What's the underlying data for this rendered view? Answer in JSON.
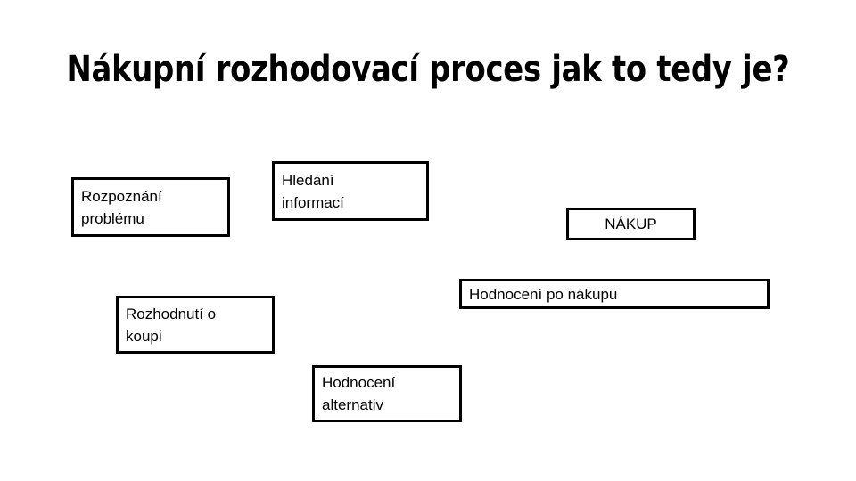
{
  "slide": {
    "title": "Nákupní rozhodovací proces jak to tedy je?",
    "background_color": "#ffffff",
    "text_color": "#000000",
    "border_color": "#000000"
  },
  "diagram": {
    "nodes": [
      {
        "id": "rozpoznani",
        "label": "Rozpoznání\nproblému",
        "align": "left"
      },
      {
        "id": "hledani",
        "label": "Hledání\ninformací",
        "align": "left"
      },
      {
        "id": "nakup",
        "label": "NÁKUP",
        "align": "center"
      },
      {
        "id": "hodnoceni-po",
        "label": "Hodnocení po nákupu",
        "align": "left"
      },
      {
        "id": "rozhodnuti",
        "label": "Rozhodnutí o\nkoupi",
        "align": "left"
      },
      {
        "id": "hodnoceni-alt",
        "label": "Hodnocení\nalternativ",
        "align": "left"
      }
    ]
  }
}
